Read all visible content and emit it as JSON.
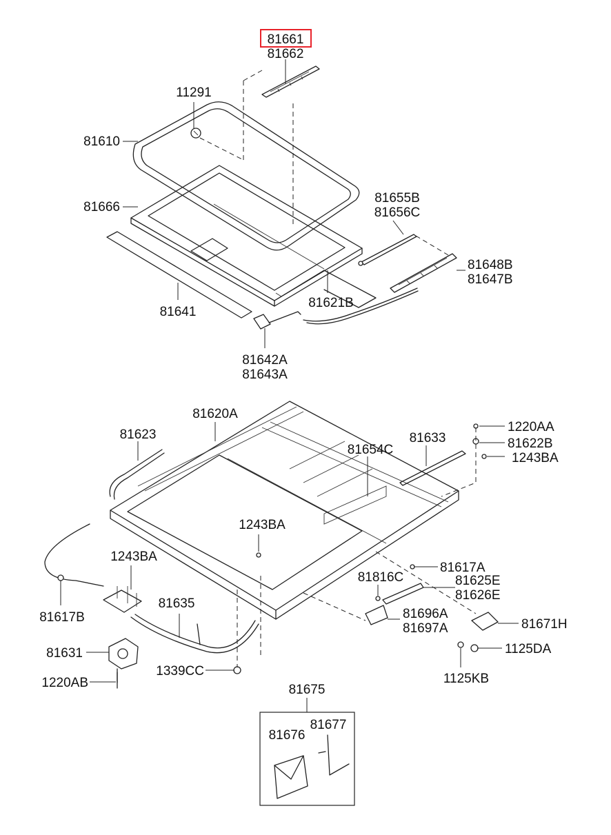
{
  "highlight_color": "#e8222a",
  "labels": {
    "p81661": "81661",
    "p81662": "81662",
    "p11291": "11291",
    "p81610": "81610",
    "p81666": "81666",
    "p81655B": "81655B",
    "p81656C": "81656C",
    "p81648B": "81648B",
    "p81647B": "81647B",
    "p81621B": "81621B",
    "p81641": "81641",
    "p81642A": "81642A",
    "p81643A": "81643A",
    "p81620A": "81620A",
    "p81623": "81623",
    "p81633": "81633",
    "p1220AA": "1220AA",
    "p81622B": "81622B",
    "p1243BA_r": "1243BA",
    "p81654C": "81654C",
    "p1243BA_c": "1243BA",
    "p1243BA_l": "1243BA",
    "p81617A": "81617A",
    "p81816C": "81816C",
    "p81625E": "81625E",
    "p81626E": "81626E",
    "p81617B": "81617B",
    "p81635": "81635",
    "p81696A": "81696A",
    "p81697A": "81697A",
    "p81671H": "81671H",
    "p81631": "81631",
    "p1125DA": "1125DA",
    "p1220AB": "1220AB",
    "p1339CC": "1339CC",
    "p1125KB": "1125KB",
    "p81675": "81675",
    "p81676": "81676",
    "p81677": "81677"
  }
}
